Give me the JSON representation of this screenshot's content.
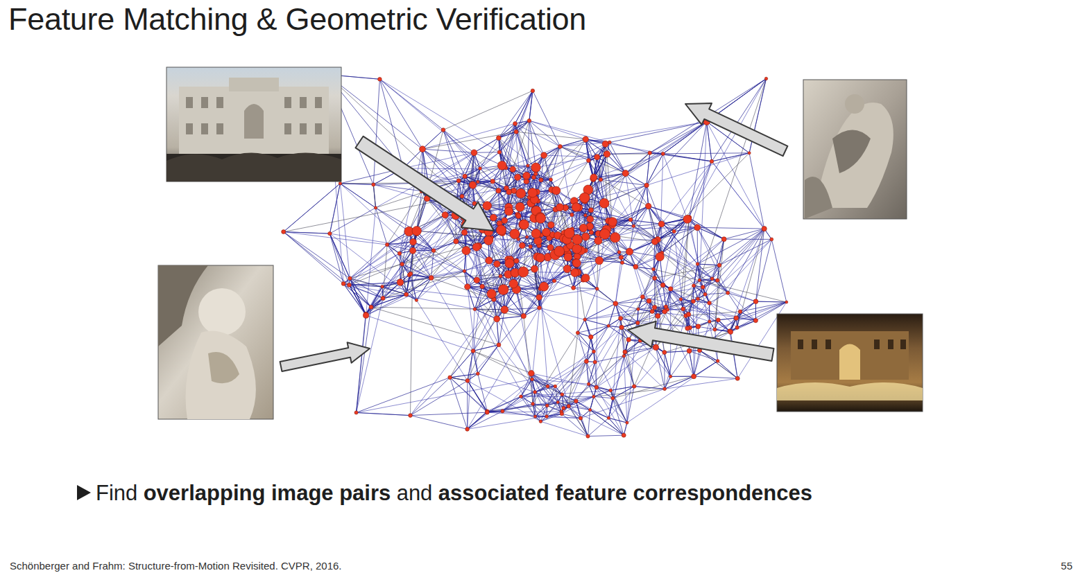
{
  "diagram": {
    "title": "Feature Matching & Geometric Verification",
    "labels": [
      "Find",
      "overlapping image pairs",
      "and",
      "associated feature correspondences",
      "Schönberger and Frahm: Structure-from-Motion Revisited. CVPR, 2016.",
      "55"
    ]
  }
}
